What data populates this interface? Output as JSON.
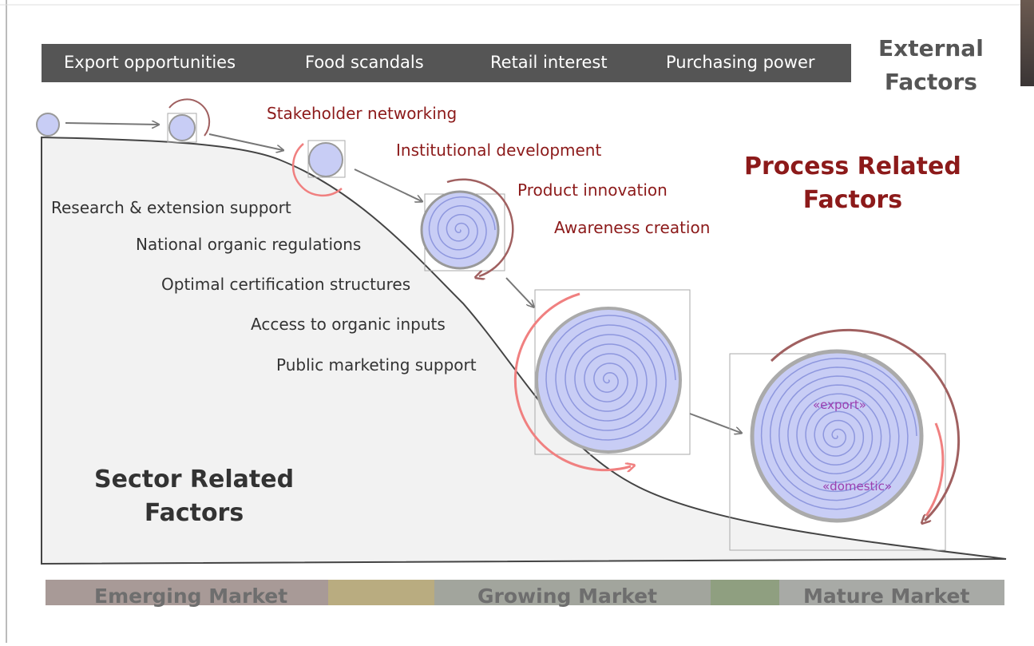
{
  "external_bar": {
    "items": [
      "Export opportunities",
      "Food scandals",
      "Retail interest",
      "Purchasing power"
    ]
  },
  "external_title": "External\nFactors",
  "external_title_lines": [
    "External",
    "Factors"
  ],
  "process_title_lines": [
    "Process Related",
    "Factors"
  ],
  "process_factors": [
    "Stakeholder networking",
    "Institutional development",
    "Product innovation",
    "Awareness creation"
  ],
  "sector_factors": [
    "Research & extension support",
    "National organic regulations",
    "Optimal certification structures",
    "Access to organic inputs",
    "Public marketing support"
  ],
  "sector_title_lines": [
    "Sector Related",
    "Factors"
  ],
  "spiral_labels": {
    "export": "«export»",
    "domestic": "«domestic»"
  },
  "market_bar": {
    "stages": [
      "Emerging Market",
      "Growing Market",
      "Mature Market"
    ]
  },
  "colors": {
    "external_bar": "#555555",
    "process_text": "#8c1a1a",
    "sector_text": "#333333",
    "circle_fill": "#c8cdf5",
    "spiral_stroke": "#8e97de",
    "arrow_red": "#f08080",
    "arrow_brown": "#a06060",
    "curve_fill": "#f2f2f2",
    "market_emerging": "#a89a97",
    "market_transition1": "#b9ac80",
    "market_growing": "#a2a59d",
    "market_transition2": "#8f9f80",
    "market_mature": "#a8aaa6"
  }
}
